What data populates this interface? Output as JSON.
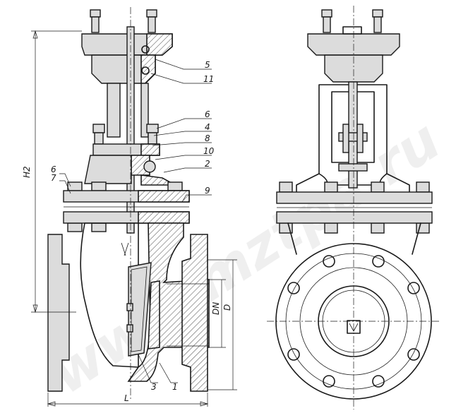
{
  "watermark": "www.mztpa.ru",
  "labels": {
    "p5": "5",
    "p11": "11",
    "p6a": "6",
    "p4": "4",
    "p8": "8",
    "p10": "10",
    "p2": "2",
    "p9": "9",
    "p6b": "6",
    "p7": "7",
    "p3": "3",
    "p1": "1",
    "h2": "H2",
    "dn": "DN",
    "d": "D",
    "l": "L"
  },
  "colors": {
    "line": "#1a1a1a",
    "shade": "#dcdcdc",
    "background": "#ffffff"
  }
}
